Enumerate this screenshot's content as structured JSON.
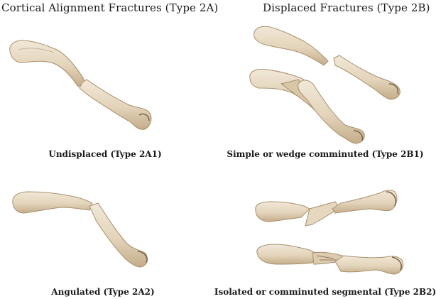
{
  "headings": {
    "left": "Cortical Alignment Fractures (Type 2A)",
    "right": "Displaced Fractures (Type 2B)"
  },
  "captions": {
    "type_2a1": "Undisplaced (Type 2A1)",
    "type_2b1": "Simple or wedge comminuted (Type 2B1)",
    "type_2a2": "Angulated (Type 2A2)",
    "type_2b2": "Isolated or comminuted segmental (Type 2B2)"
  },
  "colors": {
    "bone_fill": "#e8dcc6",
    "bone_shade": "#c9b596",
    "bone_edge": "#a88f6c",
    "bone_dark": "#7a6248"
  }
}
